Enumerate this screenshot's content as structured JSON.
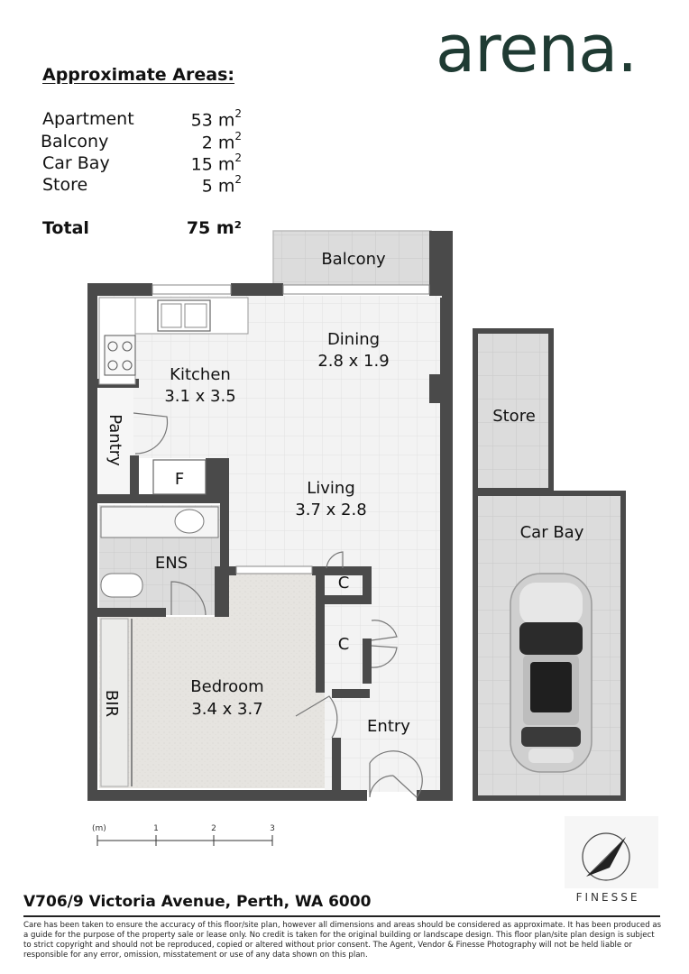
{
  "brand": {
    "logo_text": "arena."
  },
  "areas": {
    "title": "Approximate Areas:",
    "rows": [
      {
        "name": "Apartment",
        "value": "53 m",
        "unit_sup": "2"
      },
      {
        "name": "Balcony",
        "value": "2 m",
        "unit_sup": "2"
      },
      {
        "name": "Car Bay",
        "value": "15 m",
        "unit_sup": "2"
      },
      {
        "name": "Store",
        "value": "5 m",
        "unit_sup": "2"
      }
    ],
    "total_label": "Total",
    "total_value": "75 m²"
  },
  "rooms": {
    "balcony": "Balcony",
    "dining_name": "Dining",
    "dining_size": "2.8 x 1.9",
    "kitchen_name": "Kitchen",
    "kitchen_size": "3.1 x 3.5",
    "pantry": "Pantry",
    "fridge": "F",
    "living_name": "Living",
    "living_size": "3.7 x 2.8",
    "ensuite": "ENS",
    "cupboard_1": "C",
    "cupboard_2": "C",
    "bedroom_name": "Bedroom",
    "bedroom_size": "3.4 x 3.7",
    "bir": "BIR",
    "entry": "Entry",
    "store": "Store",
    "car_bay": "Car Bay"
  },
  "scale_bar": {
    "unit": "(m)",
    "ticks": [
      "1",
      "2",
      "3"
    ]
  },
  "address": "V706/9 Victoria Avenue, Perth, WA 6000",
  "finesse": {
    "label": "FINESSE"
  },
  "disclaimer": "Care has been taken to ensure the accuracy of this floor/site plan, however all dimensions and areas should be considered as approximate. It has been produced as a guide for the purpose of the property sale or lease only. No credit is taken for the original building or landscape design. This floor plan/site plan design is subject to strict copyright and should not be reproduced, copied or altered without prior consent. The Agent, Vendor & Finesse Photography will not be held liable or responsible for any error, omission, misstatement or use of any data shown on this plan.",
  "colors": {
    "wall": "#4a4a4a",
    "floor_tile": "#f1f1f1",
    "bedroom_carpet": "#e4e2de",
    "wet_area": "#dcdcdc",
    "outdoor": "#dedede",
    "logo": "#1f3b33"
  }
}
